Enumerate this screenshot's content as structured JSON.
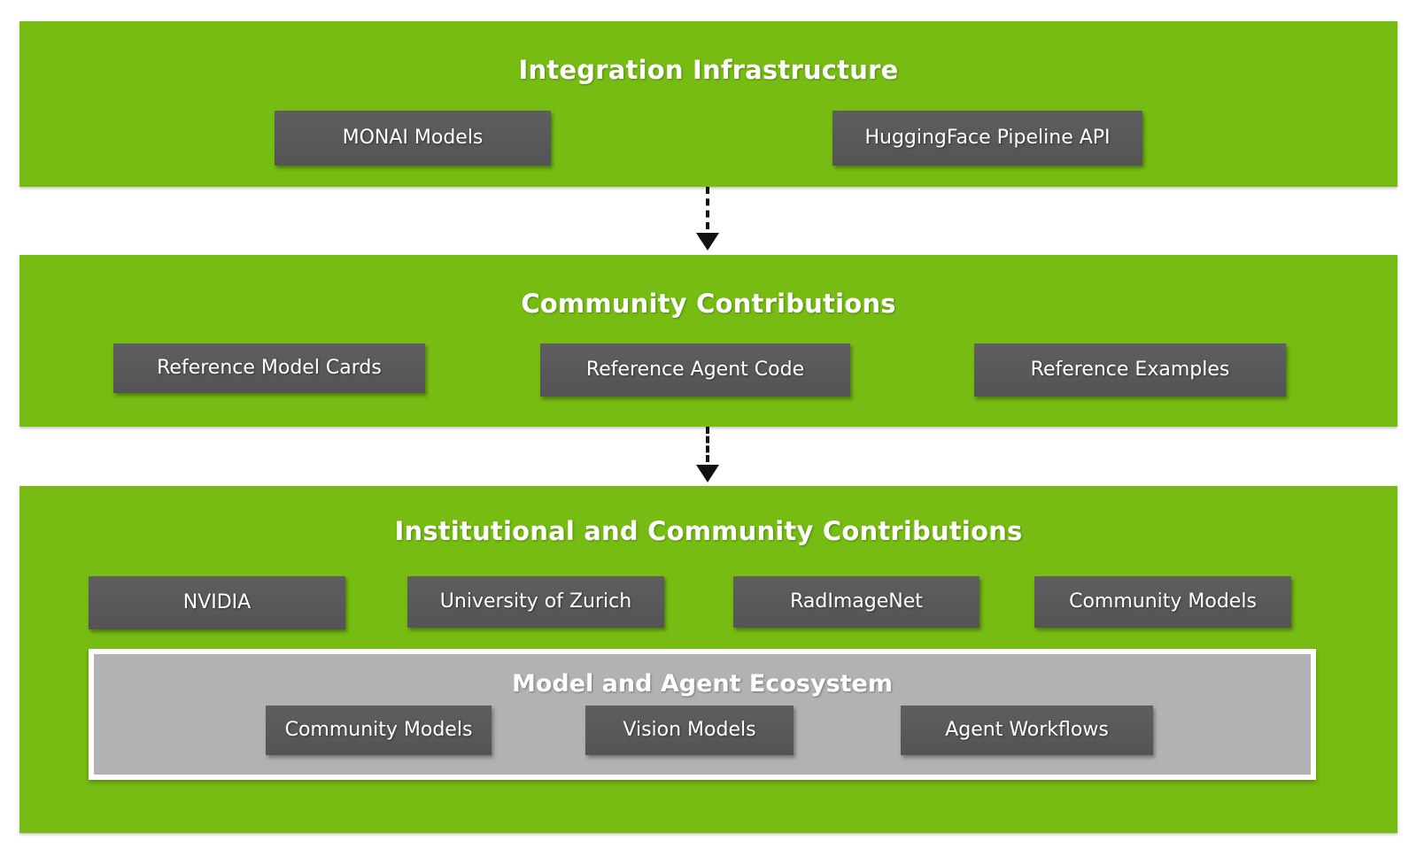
{
  "diagram": {
    "type": "layered-block-diagram",
    "background_color": "#ffffff",
    "panel_color": "#76bc12",
    "node_color": "#59595b",
    "group_color": "#b1b2b4",
    "arrow_color": "#111111",
    "text_color": "#ffffff"
  },
  "layers": [
    {
      "id": "integration-infrastructure",
      "title": "Integration Infrastructure",
      "nodes": [
        {
          "label": "MONAI Models"
        },
        {
          "label": "HuggingFace Pipeline API"
        }
      ]
    },
    {
      "id": "community-contributions",
      "title": "Community Contributions",
      "nodes": [
        {
          "label": "Reference Model Cards"
        },
        {
          "label": "Reference Agent Code"
        },
        {
          "label": "Reference Examples"
        }
      ]
    },
    {
      "id": "institutional-and-community-contributions",
      "title": "Institutional and Community Contributions",
      "nodes": [
        {
          "label": "NVIDIA"
        },
        {
          "label": "University of Zurich"
        },
        {
          "label": "RadImageNet"
        },
        {
          "label": "Community Models"
        }
      ],
      "group": {
        "id": "model-and-agent-ecosystem",
        "title": "Model and Agent Ecosystem",
        "nodes": [
          {
            "label": "Community Models"
          },
          {
            "label": "Vision Models"
          },
          {
            "label": "Agent Workflows"
          }
        ]
      }
    }
  ],
  "connectors": [
    {
      "id": "arrow-1",
      "from": "integration-infrastructure",
      "to": "community-contributions",
      "style": "dashed",
      "direction": "down"
    },
    {
      "id": "arrow-2",
      "from": "community-contributions",
      "to": "institutional-and-community-contributions",
      "style": "dashed",
      "direction": "down"
    }
  ]
}
